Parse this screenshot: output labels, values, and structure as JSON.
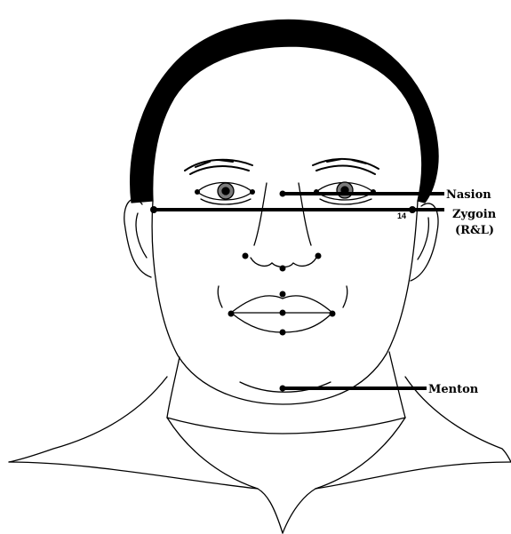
{
  "labels": {
    "nasion": "Nasion",
    "zygoin": "Zygoin",
    "zygoin_side": "(R&L)",
    "menton": "Menton",
    "point_number": "14"
  },
  "colors": {
    "ink": "#000000",
    "background": "#ffffff",
    "iris": "#7a7a7a"
  }
}
